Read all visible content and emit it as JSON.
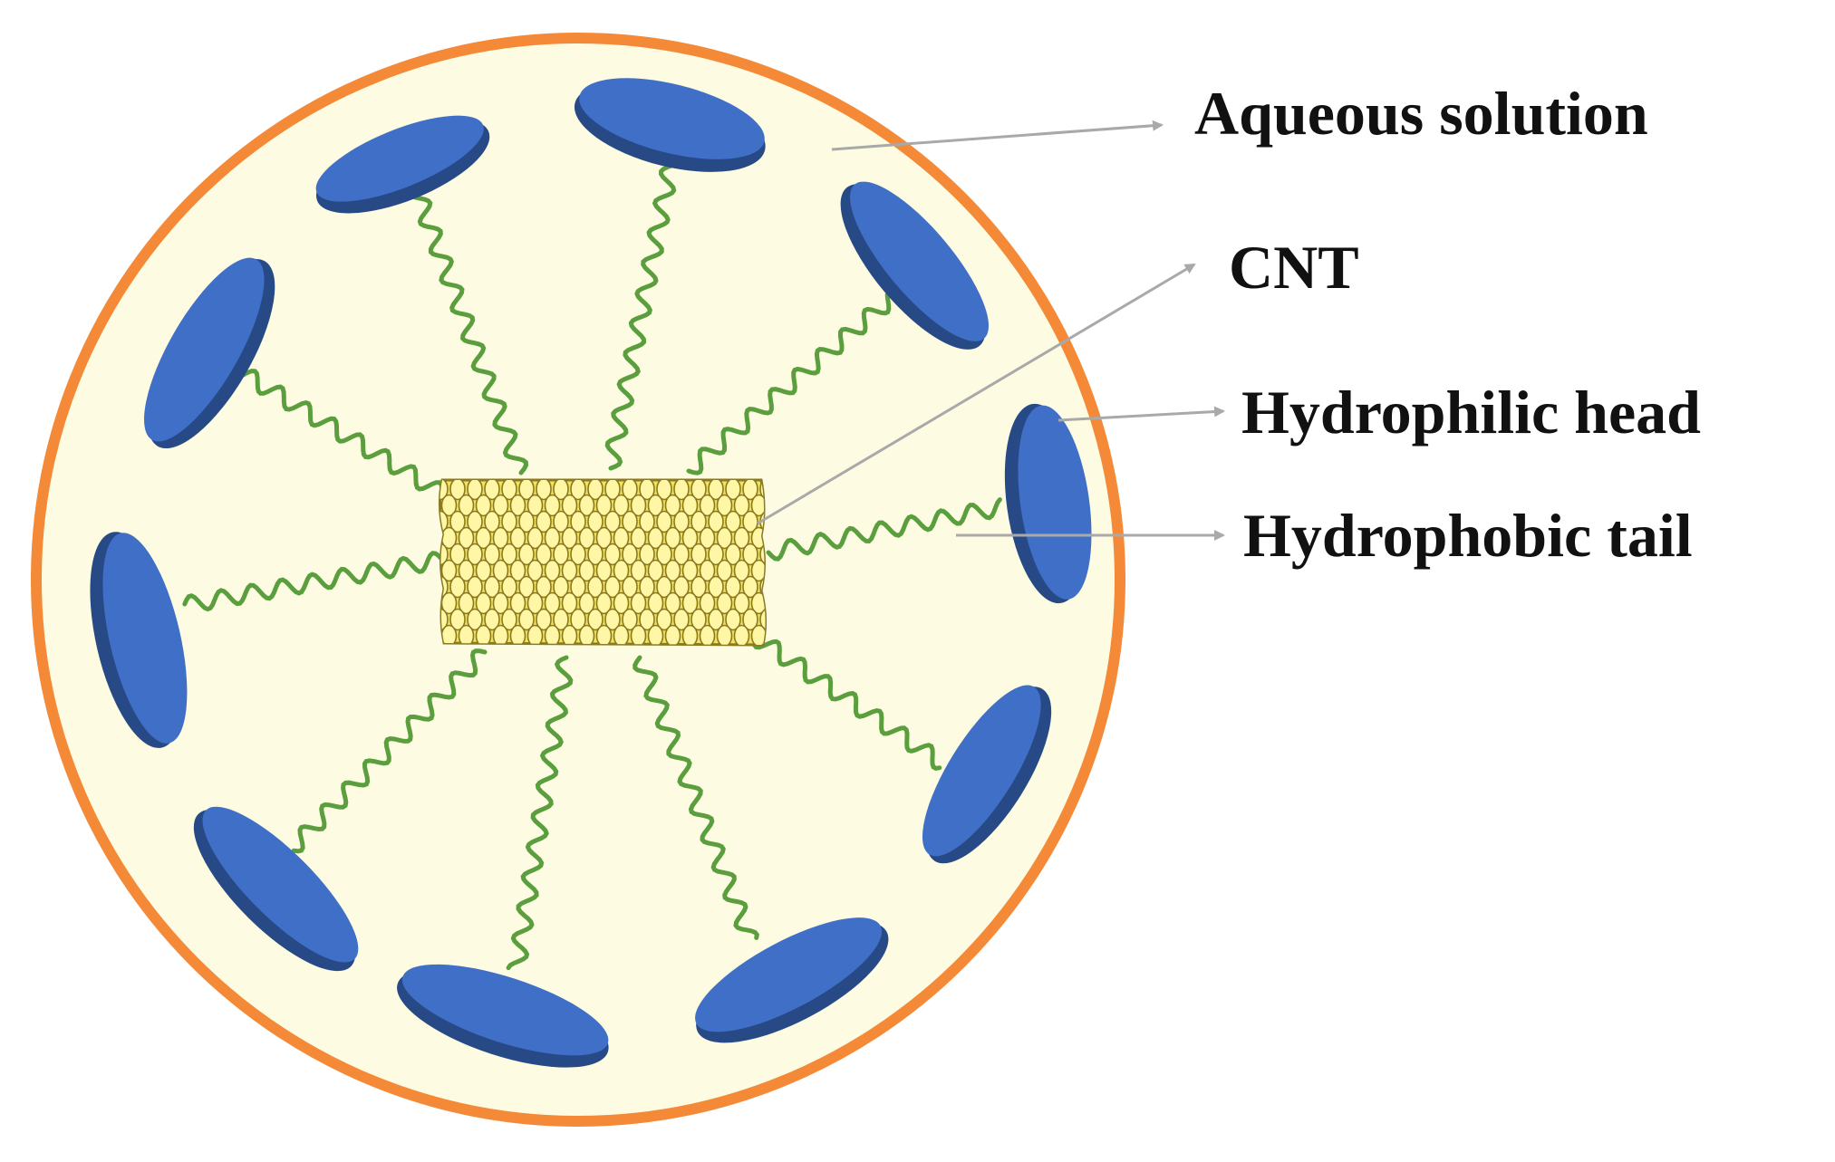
{
  "labels": {
    "aqueous": "Aqueous solution",
    "cnt": "CNT",
    "head": "Hydrophilic head",
    "tail": "Hydrophobic tail"
  },
  "colors": {
    "background": "#ffffff",
    "solution_fill": "#fdfce2",
    "membrane": "#f48a38",
    "head_fill": "#3f6fc6",
    "head_shadow": "#274a86",
    "tail": "#5b9e3e",
    "cnt_fill": "#f3e35b",
    "cnt_cell": "#fff7a6",
    "cnt_edge": "#8a7a22",
    "leader": "#a9a9a9"
  }
}
